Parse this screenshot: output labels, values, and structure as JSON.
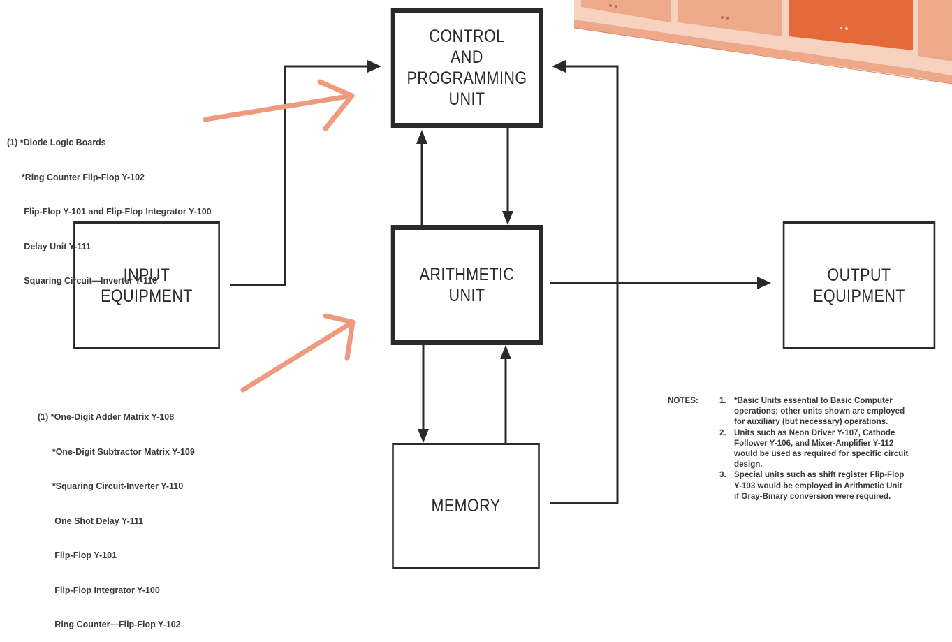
{
  "blocks": {
    "control_unit": [
      "CONTROL",
      "AND",
      "PROGRAMMING",
      "UNIT"
    ],
    "input_equipment": [
      "INPUT",
      "EQUIPMENT"
    ],
    "arithmetic_unit": [
      "ARITHMETIC",
      "UNIT"
    ],
    "output_equipment": [
      "OUTPUT",
      "EQUIPMENT"
    ],
    "memory": [
      "MEMORY"
    ]
  },
  "control_parts": [
    "(1) *Diode Logic Boards",
    "      *Ring Counter Flip-Flop Y-102",
    "       Flip-Flop Y-101 and Flip-Flop Integrator Y-100",
    "       Delay Unit Y-111",
    "       Squaring Circuit—Inverter Y-110"
  ],
  "arithmetic_parts": [
    "(1) *One-Digit Adder Matrix Y-108",
    "      *One-Digit Subtractor Matrix Y-109",
    "      *Squaring Circuit-Inverter Y-110",
    "       One Shot Delay Y-111",
    "       Flip-Flop Y-101",
    "       Flip-Flop Integrator Y-100",
    "       Ring Counter—Flip-Flop Y-102"
  ],
  "notes": {
    "label": "NOTES:",
    "items": [
      {
        "num": "1.",
        "text": "*Basic Units essential to Basic Computer operations; other units shown are employed for auxiliary (but necessary) operations."
      },
      {
        "num": "2.",
        "text": "Units such as Neon Driver Y-107, Cathode Follower Y-106, and Mixer-Amplifier Y-112 would be used as required for specific circuit design."
      },
      {
        "num": "3.",
        "text": "Special units such as shift register Flip-Flop Y-103 would be employed in Arithmetic Unit if Gray-Binary conversion were required."
      }
    ]
  },
  "colors": {
    "line": "#2a2a2a",
    "pointer_arrow": "#ee9a7e",
    "cabinet": "#eda98a",
    "cabinet_light": "#f6d2bf",
    "cabinet_dark": "#e56a3a"
  }
}
